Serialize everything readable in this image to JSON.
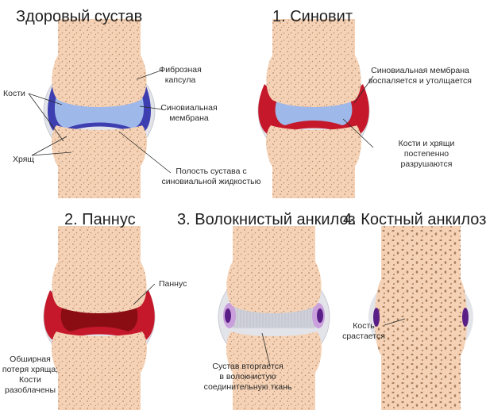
{
  "panels": {
    "healthy": {
      "title": "Здоровый сустав",
      "labels": {
        "capsule": [
          "Фиброзная",
          "капсула"
        ],
        "bones": "Кости",
        "membrane": [
          "Синовиальная",
          "мембрана"
        ],
        "cartilage": "Хрящ",
        "cavity": [
          "Полость сустава с",
          "синовиальной жидкостью"
        ]
      }
    },
    "synovitis": {
      "title": "1. Синовит",
      "labels": {
        "inflamed": [
          "Синовиальная мембрана",
          "воспаляется и утолщается"
        ],
        "destroyed": [
          "Кости и хрящи",
          "постепенно разрушаются"
        ]
      }
    },
    "pannus": {
      "title": "2. Паннус",
      "labels": {
        "pannus": "Паннус",
        "loss": [
          "Обширная",
          "потеря хряща;",
          "Кости",
          "разоблачены"
        ]
      }
    },
    "fibrous": {
      "title": "3. Волокнистый анкилоз",
      "labels": {
        "invasion": [
          "Сустав вторгается",
          "в волокнистую",
          "соединительную ткань"
        ]
      }
    },
    "bony": {
      "title": "4. Костный анкилоз",
      "labels": {
        "fusion": [
          "Кость",
          "срастается"
        ]
      }
    }
  },
  "colors": {
    "bone": "#f5d2b5",
    "bone_dots": "#b58c6e",
    "capsule": "#e3e4ea",
    "cartilage": "#9fb8ea",
    "membrane": "#3d3fb0",
    "inflamed": "#c5192b",
    "pannus_dark": "#8b0d14",
    "fibrous": "#cfd1da",
    "purple": "#5a1f86"
  }
}
